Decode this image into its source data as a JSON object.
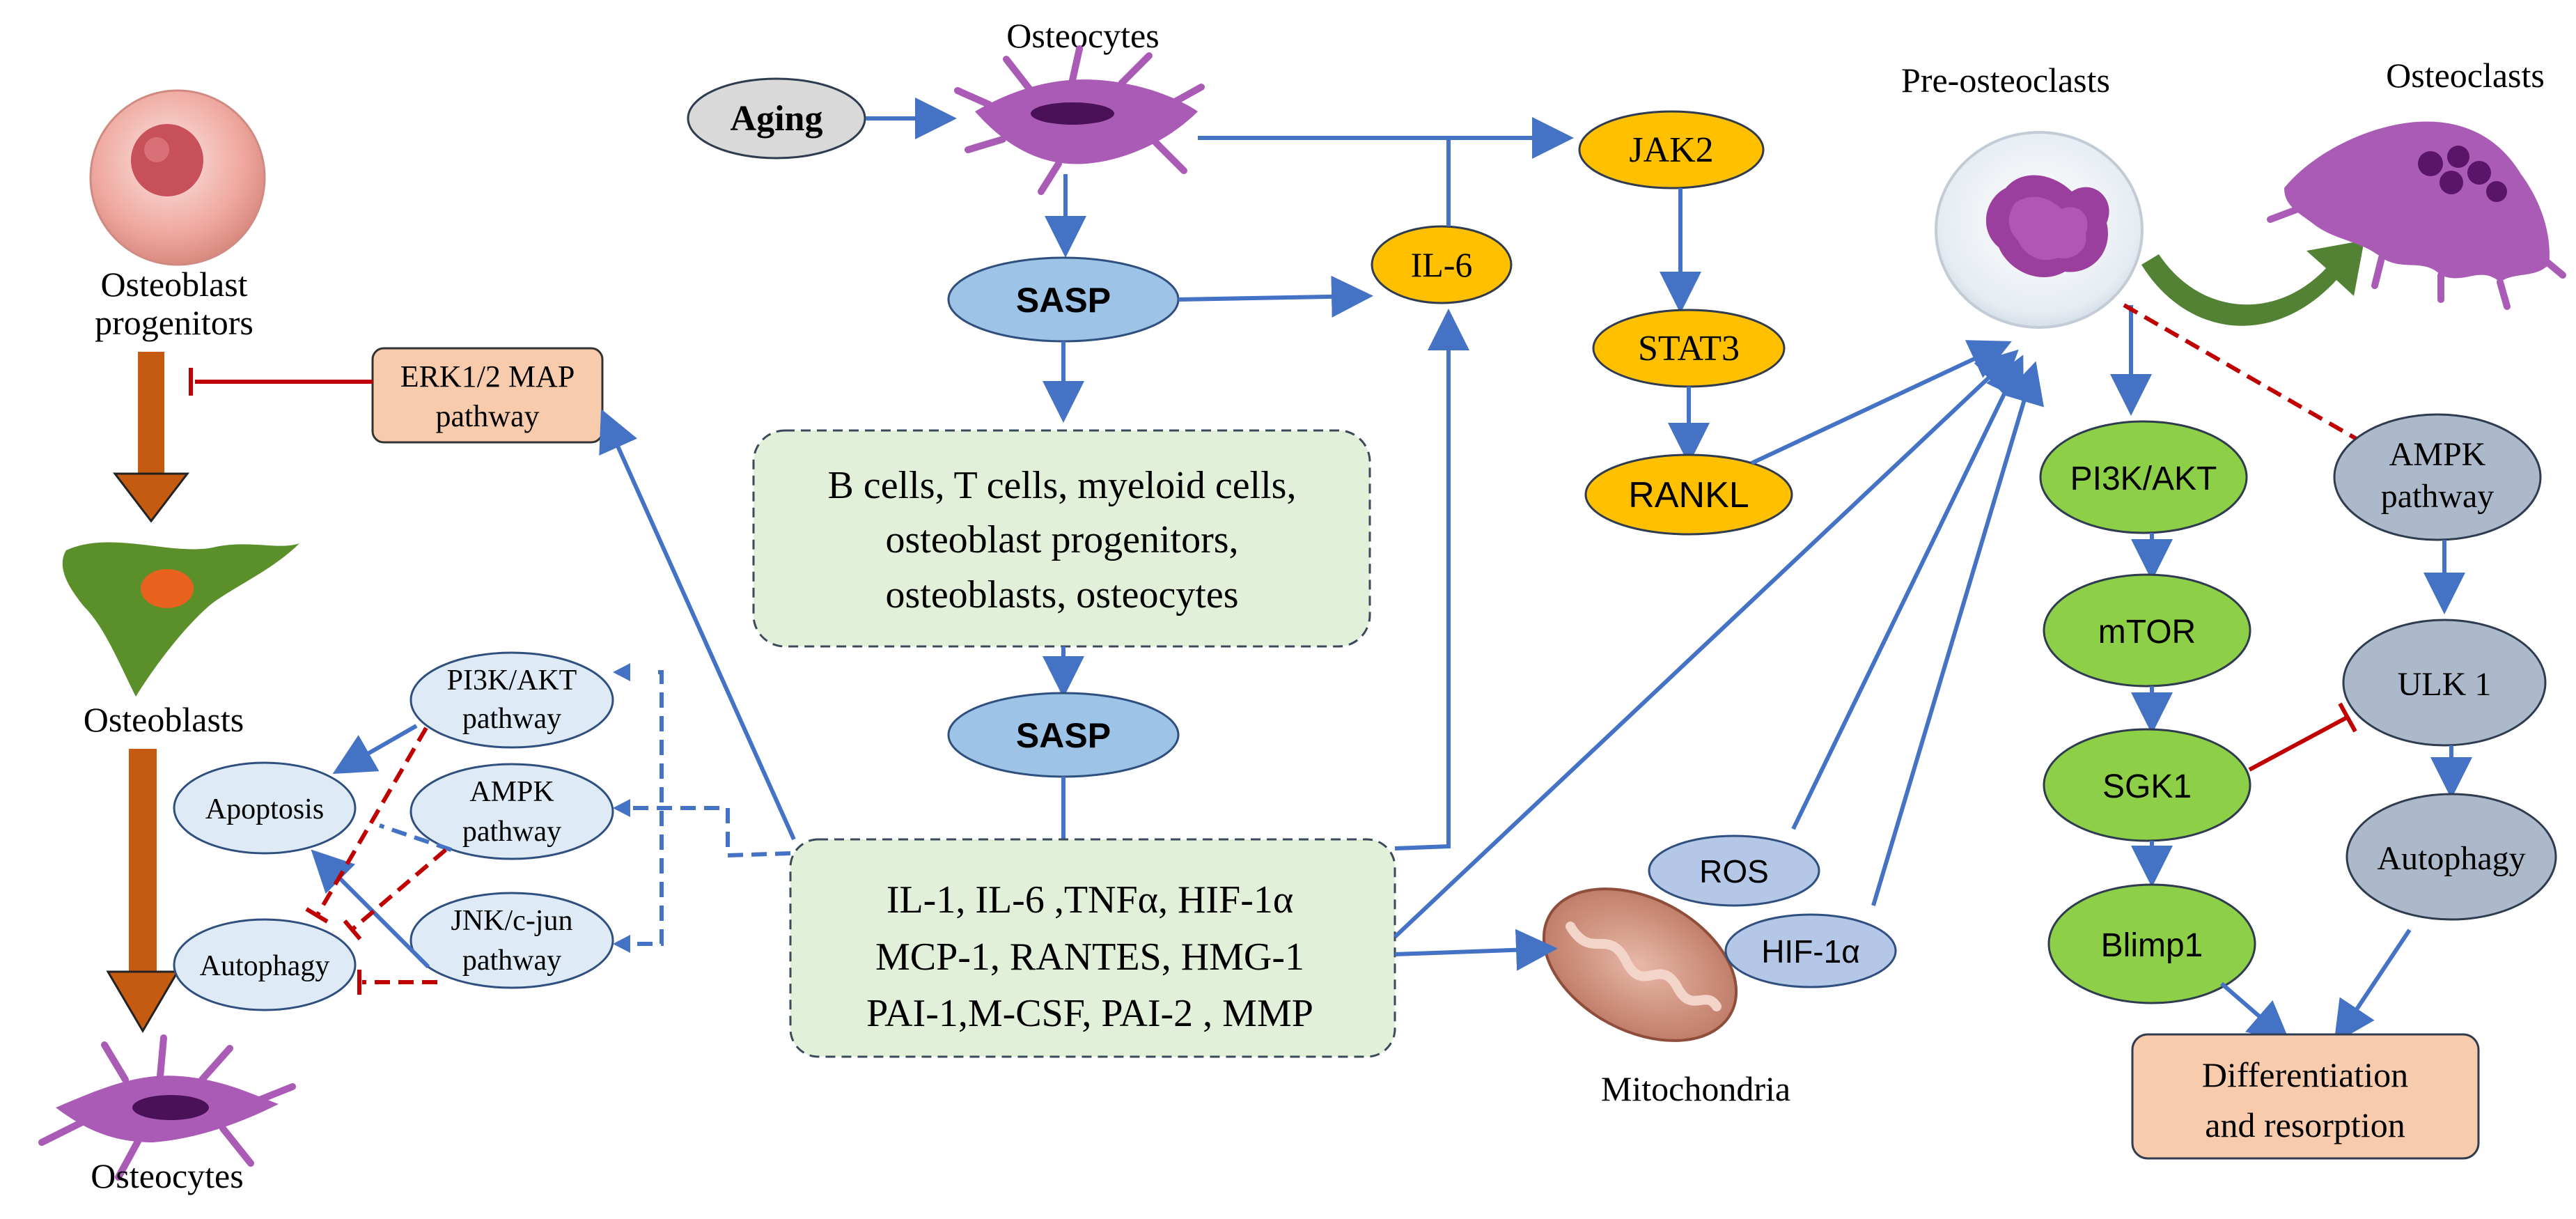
{
  "labels": {
    "osteoblast_progenitors_line1": "Osteoblast",
    "osteoblast_progenitors_line2": "progenitors",
    "osteoblasts": "Osteoblasts",
    "osteocytes_bottom": "Osteocytes",
    "osteocytes_top": "Osteocytes",
    "pre_osteoclasts": "Pre-osteoclasts",
    "osteoclasts": "Osteoclasts",
    "mitochondria": "Mitochondria"
  },
  "nodes": {
    "aging": "Aging",
    "sasp_top": "SASP",
    "sasp_middle": "SASP",
    "il6": "IL-6",
    "jak2": "JAK2",
    "stat3": "STAT3",
    "rankl": "RANKL",
    "erk_line1": "ERK1/2 MAP",
    "erk_line2": "pathway",
    "cells_line1": "B cells, T cells, myeloid cells,",
    "cells_line2": "osteoblast progenitors,",
    "cells_line3": "osteoblasts, osteocytes",
    "factors_line1": "IL-1, IL-6 ,TNFα, HIF-1α",
    "factors_line2": "MCP-1, RANTES, HMG-1",
    "factors_line3": "PAI-1,M-CSF, PAI-2 , MMP",
    "left_pi3k_line1": "PI3K/AKT",
    "left_pi3k_line2": "pathway",
    "left_ampk_line1": "AMPK",
    "left_ampk_line2": "pathway",
    "jnk_line1": "JNK/c-jun",
    "jnk_line2": "pathway",
    "apoptosis": "Apoptosis",
    "autophagy_left": "Autophagy",
    "ros": "ROS",
    "hif1a": "HIF-1α",
    "right_pi3k": "PI3K/AKT",
    "mtor": "mTOR",
    "sgk1": "SGK1",
    "blimp1": "Blimp1",
    "right_ampk_line1": "AMPK",
    "right_ampk_line2": "pathway",
    "ulk1": "ULK 1",
    "autophagy_right": "Autophagy",
    "diff_line1": "Differentiation",
    "diff_line2": "and resorption"
  },
  "colors": {
    "arrow_blue": "#4472C4",
    "inhibit_red": "#C00000",
    "orange_node": "#FFC000",
    "green_node": "#8DD047",
    "grey_node": "#ACB9CA",
    "light_blue_node": "#DEEBF7",
    "sasp_blue": "#9DC3E6",
    "dashed_box_fill": "#E2F0D9",
    "peach_box": "#F8CBAD",
    "brown_arrow": "#C55A11",
    "aging_fill": "#D9D9D9"
  }
}
